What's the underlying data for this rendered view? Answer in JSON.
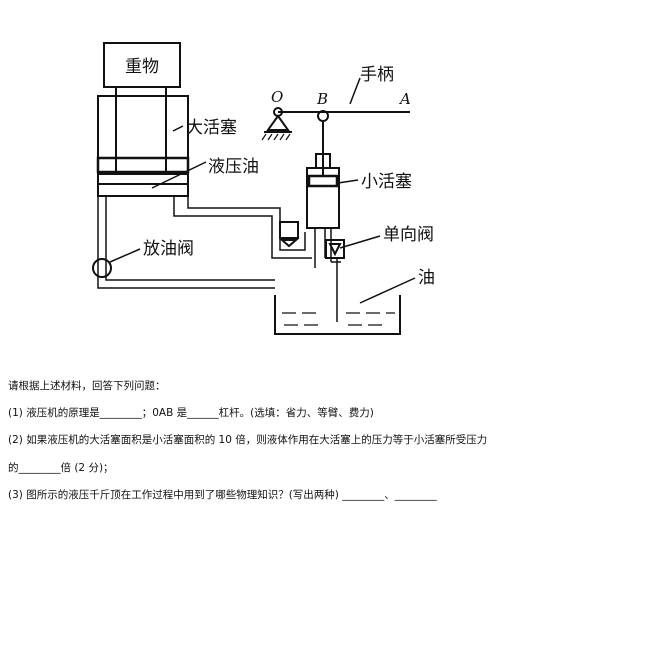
{
  "diagram": {
    "labels": {
      "weight": "重物",
      "big_piston": "大活塞",
      "hydraulic_oil": "液压油",
      "drain_valve": "放油阀",
      "handle": "手柄",
      "point_o": "O",
      "point_b": "B",
      "point_a": "A",
      "small_piston": "小活塞",
      "check_valve": "单向阀",
      "oil": "油"
    }
  },
  "questions": {
    "intro": "请根据上述材料，回答下列问题：",
    "q1": "(1) 液压机的原理是________；0AB 是______杠杆。(选填：省力、等臂、费力)",
    "q2_line1": "(2) 如果液压机的大活塞面积是小活塞面积的 10 倍，则液体作用在大活塞上的压力等于小活塞所受压力",
    "q2_line2": "的________倍 (2 分)；",
    "q3": "(3) 图所示的液压千斤顶在工作过程中用到了哪些物理知识？(写出两种) ________、________"
  }
}
